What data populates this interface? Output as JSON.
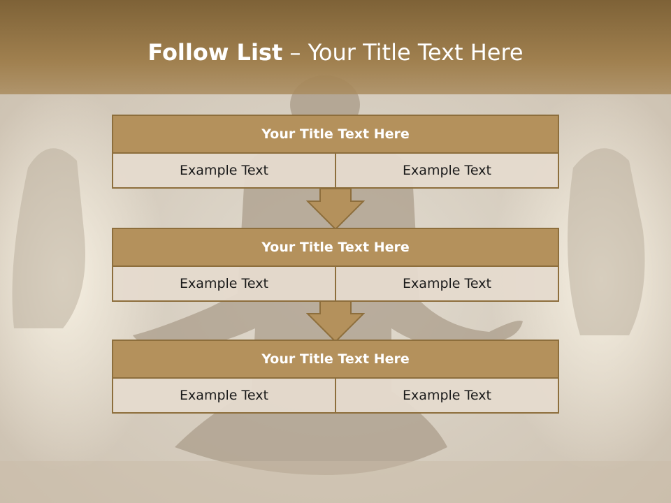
{
  "slide": {
    "title_bold": "Follow List",
    "title_rest": "  – Your Title Text Here"
  },
  "blocks": [
    {
      "title": "Your Title Text Here",
      "left": "Example Text",
      "right": "Example Text"
    },
    {
      "title": "Your Title Text Here",
      "left": "Example Text",
      "right": "Example Text"
    },
    {
      "title": "Your Title Text Here",
      "left": "Example Text",
      "right": "Example Text"
    }
  ],
  "colors": {
    "header_band": "#a0804f",
    "block_header": "#b4915c",
    "block_border": "#8d6e3c",
    "cell_fill": "#e5dacd",
    "arrow_fill": "#b4915c"
  },
  "icons": [
    "down-arrow-icon"
  ]
}
